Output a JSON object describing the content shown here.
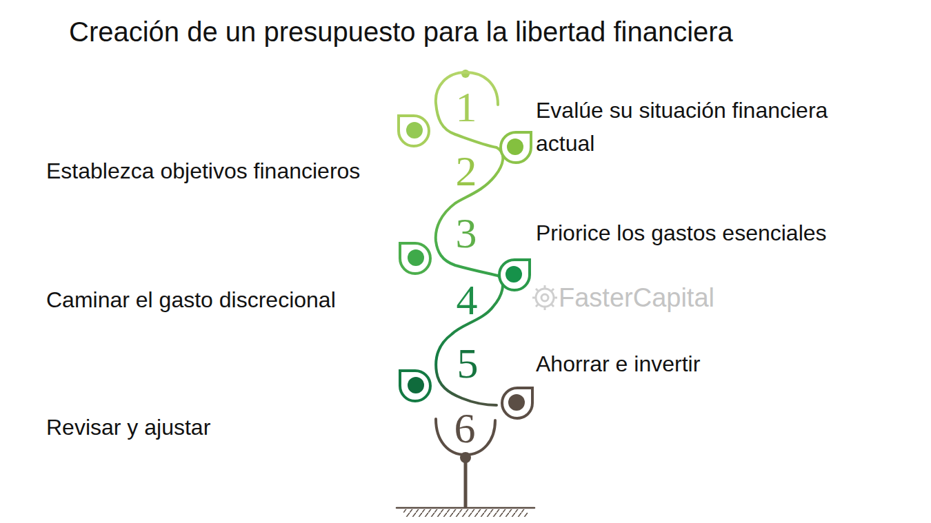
{
  "diagram": {
    "title": "Creación de un presupuesto para la libertad financiera",
    "labels": [
      "1",
      "Evalúe su situación financiera actual",
      "Establezca objetivos financieros",
      "2",
      "3",
      "Priorice los gastos esenciales",
      "Caminar el gasto discrecional",
      "4",
      "FasterCapital",
      "5",
      "Ahorrar e invertir",
      "Revisar y ajustar",
      "6"
    ]
  }
}
